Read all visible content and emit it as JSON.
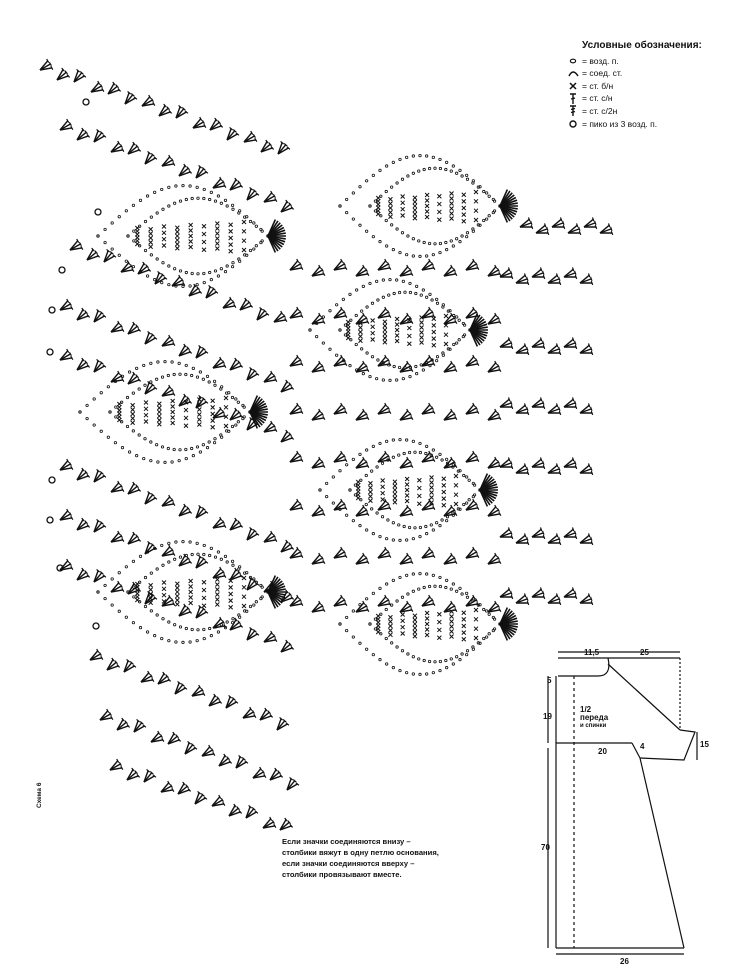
{
  "legend": {
    "title": "Условные обозначения:",
    "items": [
      {
        "icon": "chain-dot-icon",
        "text": "= возд. п."
      },
      {
        "icon": "slip-stitch-arc-icon",
        "text": "= соед. ст."
      },
      {
        "icon": "single-crochet-x-icon",
        "text": "= ст. б/н"
      },
      {
        "icon": "double-crochet-icon",
        "text": "= ст. с/н"
      },
      {
        "icon": "treble-crochet-icon",
        "text": "= ст. с/2н"
      },
      {
        "icon": "picot-circle-icon",
        "text": "= пико из 3 возд. п."
      }
    ]
  },
  "scheme_label": "Схема 6",
  "note": {
    "lines": [
      "Если значки соединяются внизу –",
      "столбики вяжут в одну петлю основания,",
      "если значки соединяются вверху –",
      "столбики провязывают вместе."
    ]
  },
  "pattern": {
    "title_line1": "1/2",
    "title_line2": "переда",
    "title_line3": "и спинки",
    "dimensions": {
      "neck_width": "11,5",
      "shoulder": "25",
      "neck_depth": "5",
      "armhole_depth": "19",
      "sleeve_height": "15",
      "sleeve_edge": "4",
      "chest_width": "20",
      "length": "70",
      "hem": "26"
    }
  },
  "colors": {
    "ink": "#111111",
    "paper": "#ffffff"
  }
}
